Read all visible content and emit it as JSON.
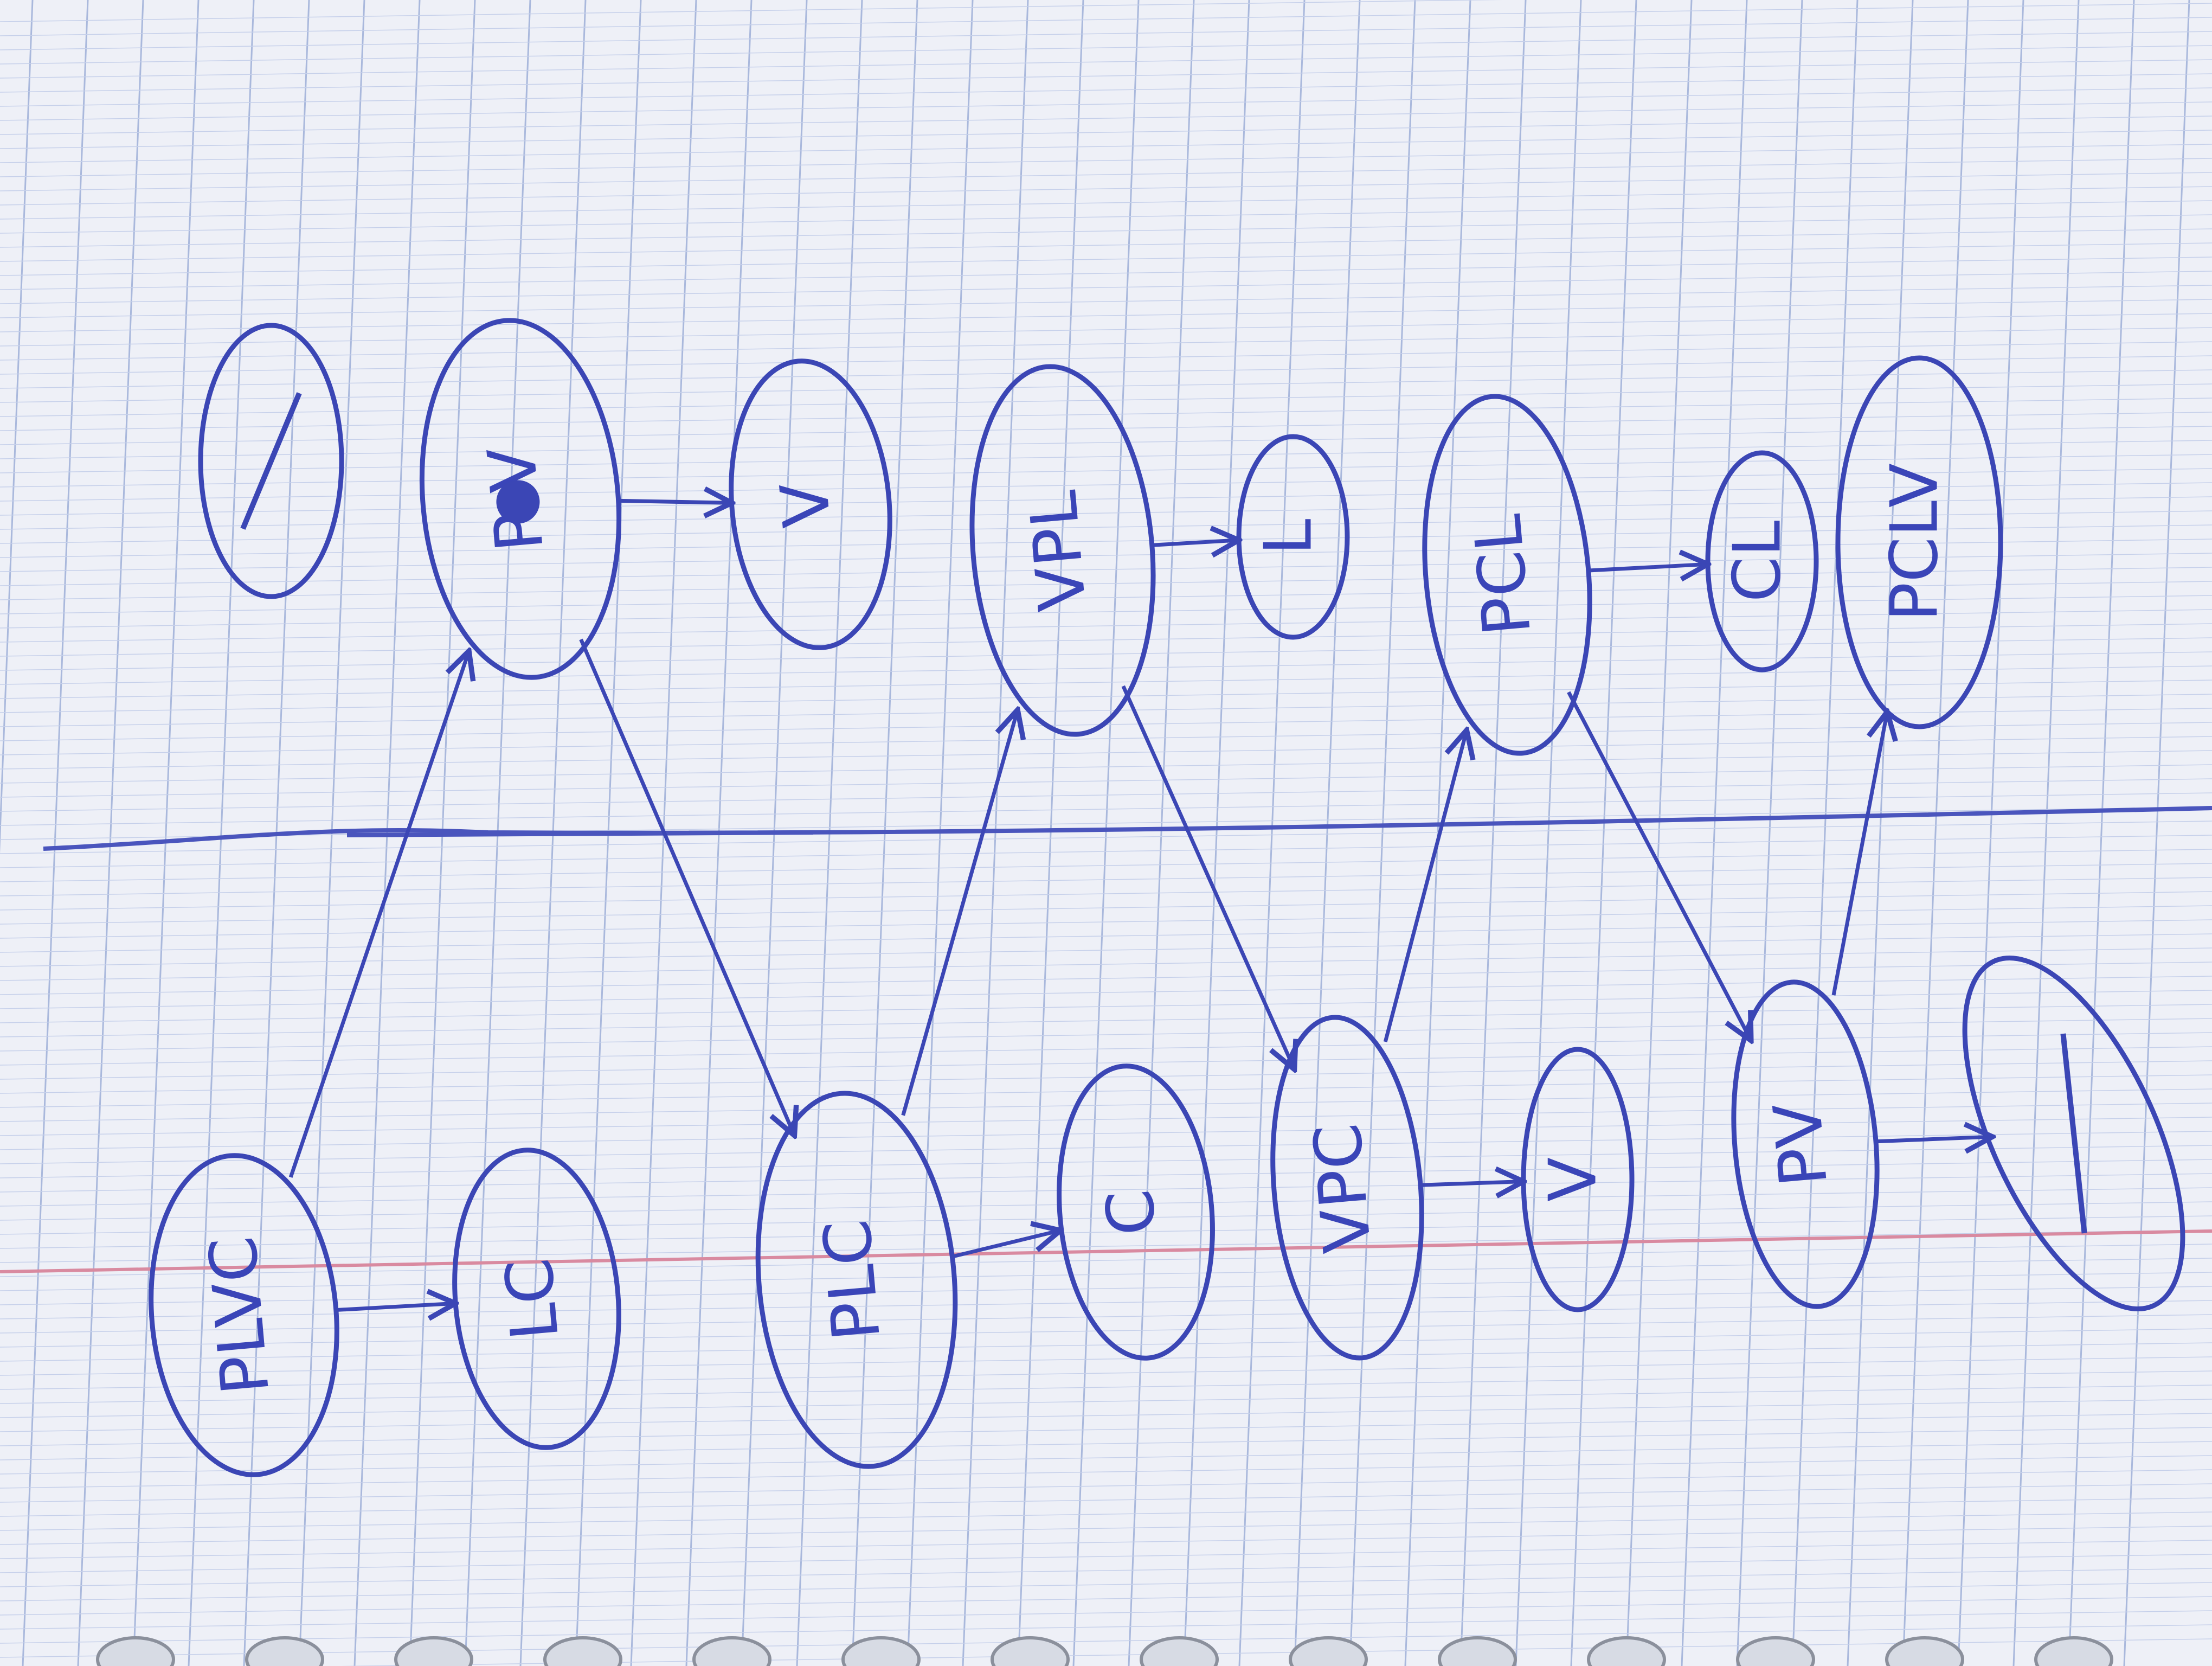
{
  "nodes": [
    {
      "id": "empty-top",
      "label": ""
    },
    {
      "id": "PoV",
      "label": "P V"
    },
    {
      "id": "V-top",
      "label": "V"
    },
    {
      "id": "VPL",
      "label": "VPL"
    },
    {
      "id": "L-top",
      "label": "L"
    },
    {
      "id": "PCL",
      "label": "PCL"
    },
    {
      "id": "CL",
      "label": "CL"
    },
    {
      "id": "PCLV",
      "label": "PCLV"
    },
    {
      "id": "PLVC",
      "label": "PLVC"
    },
    {
      "id": "LC",
      "label": "LC"
    },
    {
      "id": "PLC",
      "label": "PLC"
    },
    {
      "id": "C",
      "label": "C"
    },
    {
      "id": "VPC",
      "label": "VPC"
    },
    {
      "id": "V-bottom",
      "label": "V"
    },
    {
      "id": "PV",
      "label": "PV"
    },
    {
      "id": "empty-bottom",
      "label": ""
    }
  ],
  "edges": [
    {
      "from": "PLVC",
      "to": "LC"
    },
    {
      "from": "PLVC",
      "to": "PoV"
    },
    {
      "from": "PoV",
      "to": "V-top"
    },
    {
      "from": "PoV",
      "to": "PLC"
    },
    {
      "from": "PLC",
      "to": "C"
    },
    {
      "from": "PLC",
      "to": "VPL"
    },
    {
      "from": "VPL",
      "to": "L-top"
    },
    {
      "from": "VPL",
      "to": "VPC"
    },
    {
      "from": "VPC",
      "to": "V-bottom"
    },
    {
      "from": "VPC",
      "to": "PCL"
    },
    {
      "from": "PCL",
      "to": "CL"
    },
    {
      "from": "PCL",
      "to": "PV"
    },
    {
      "from": "PV",
      "to": "empty-bottom"
    },
    {
      "from": "PV",
      "to": "PCLV"
    }
  ],
  "colors": {
    "ink": "#3b46b5",
    "paper": "#eef0f7",
    "grid": "#9fb3d9",
    "margin": "#d98aa0"
  }
}
